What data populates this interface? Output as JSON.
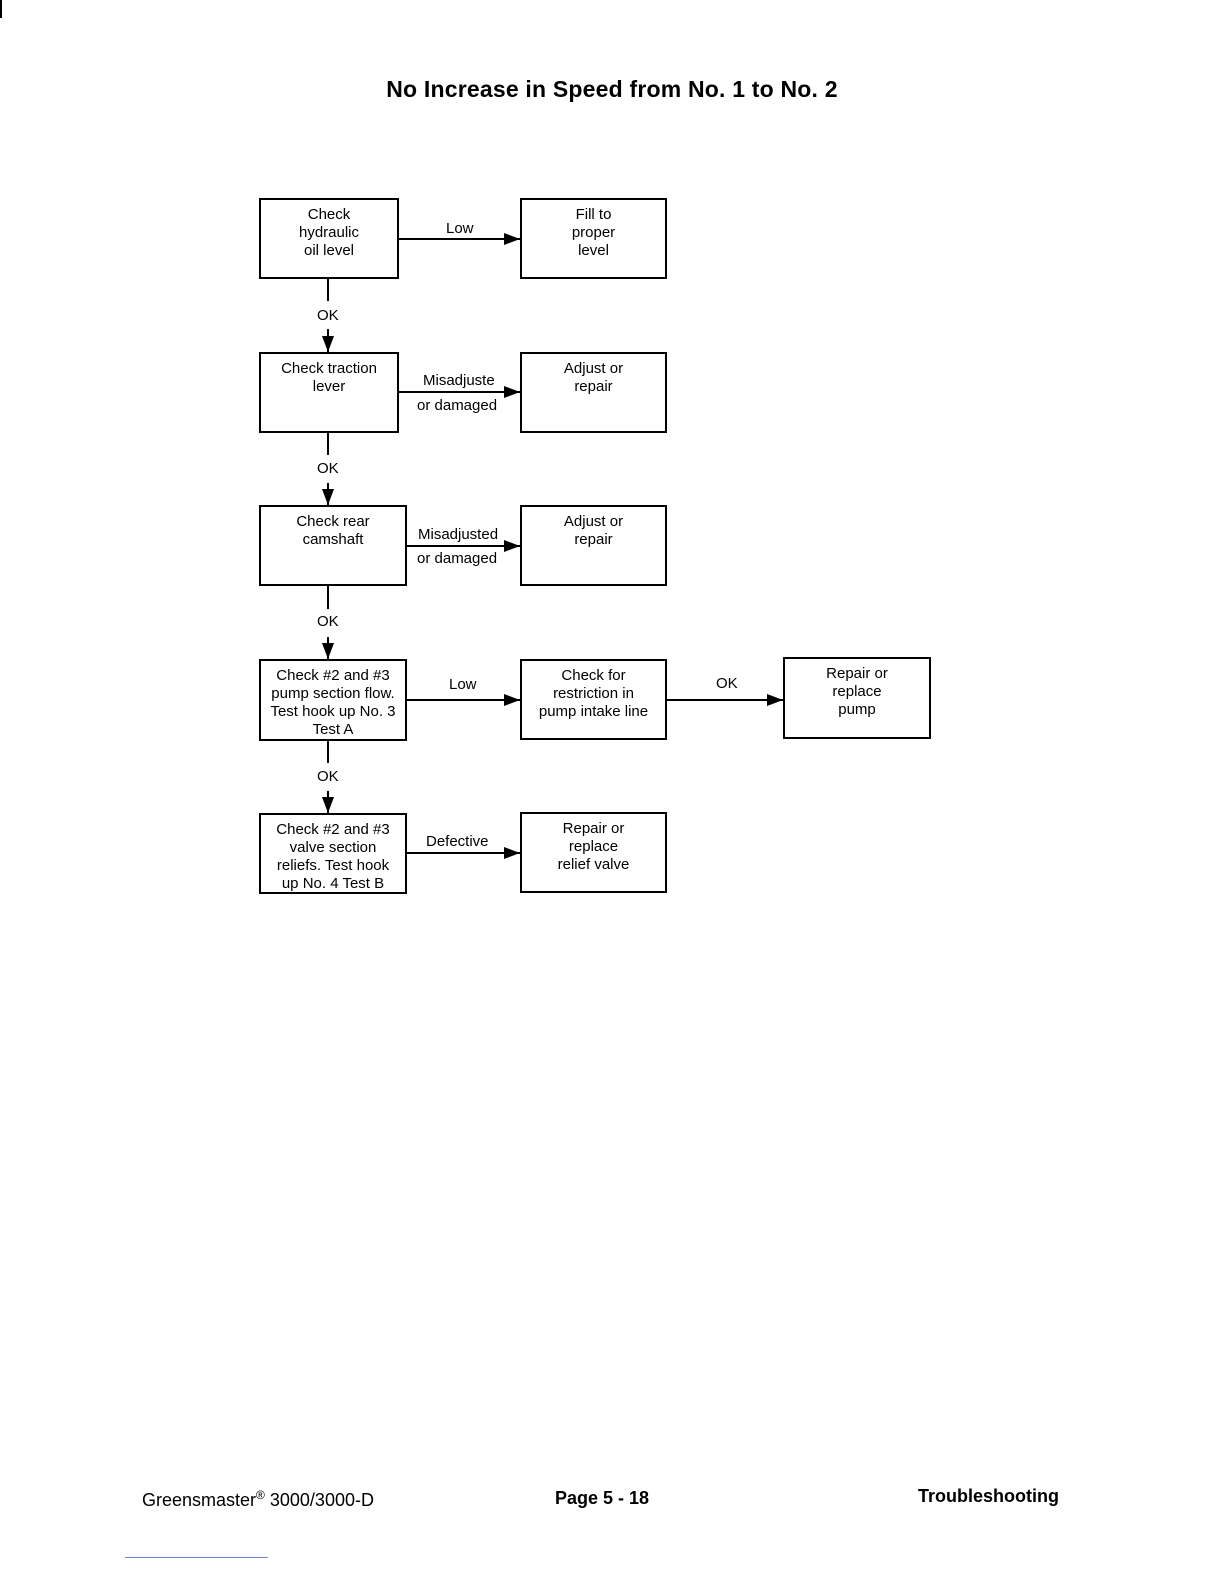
{
  "title": "No Increase in Speed from No. 1 to No. 2",
  "nodes": {
    "check_oil": "Check\nhydraulic\noil level",
    "fill_level": "Fill to\nproper\nlevel",
    "check_traction": "Check traction\nlever",
    "adjust_repair_1": "Adjust or\nrepair",
    "check_camshaft": "Check rear\ncamshaft",
    "adjust_repair_2": "Adjust or\nrepair",
    "check_pump_flow": "Check #2 and #3\npump section flow.\nTest hook up No. 3\nTest A",
    "check_restriction": "Check for\nrestriction in\npump intake line",
    "repair_pump": "Repair or\nreplace\npump",
    "check_reliefs": "Check #2 and #3\nvalve section\nreliefs. Test hook\nup No. 4 Test B",
    "repair_relief": "Repair or\nreplace\nrelief valve"
  },
  "edges": {
    "low_1": "Low",
    "misadjuste": "Misadjuste",
    "or_damaged_1": "or damaged",
    "misadjusted": "Misadjusted",
    "or_damaged_2": "or damaged",
    "low_2": "Low",
    "ok_restriction": "OK",
    "defective": "Defective",
    "ok_1": "OK",
    "ok_2": "OK",
    "ok_3": "OK",
    "ok_4": "OK"
  },
  "footer": {
    "product": "Greensmaster",
    "registered": "®",
    "model": " 3000/3000-D",
    "page": "Page 5 - 18",
    "section": "Troubleshooting"
  }
}
